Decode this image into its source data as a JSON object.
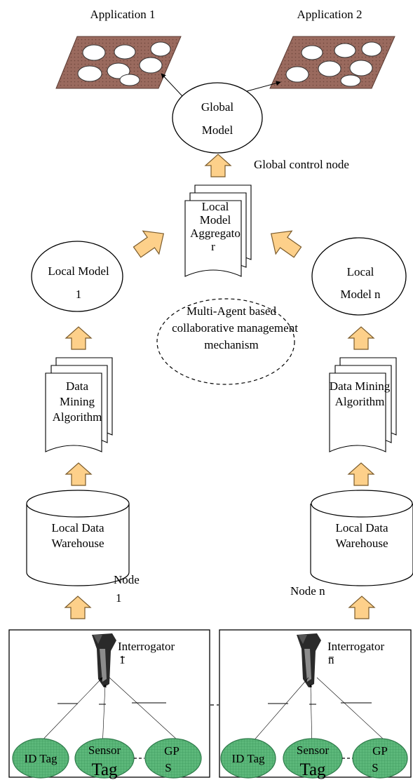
{
  "applications": {
    "app1": "Application 1",
    "app2": "Application 2"
  },
  "global": {
    "model_line1": "Global",
    "model_line2": "Model",
    "control_node": "Global control node"
  },
  "aggregator": {
    "line1": "Local",
    "line2": "Model",
    "line3": "Aggregato",
    "line4": "r"
  },
  "agent_mechanism": {
    "line1": "Multi-Agent based",
    "line2": "collaborative management",
    "line3": "mechanism"
  },
  "left_node": {
    "local_model_line1": "Local Model",
    "local_model_line2": "1",
    "algorithm_line1": "Data",
    "algorithm_line2": "Mining",
    "algorithm_line3": "Algorithm",
    "warehouse_line1": "Local Data",
    "warehouse_line2": "Warehouse",
    "node_line1": "Node",
    "node_line2": "1",
    "interrogator_line1": "Interrogator",
    "interrogator_line2": "1",
    "tag_id": "ID Tag",
    "tag_sensor_line1": "Sensor",
    "tag_sensor_line2": "Tag",
    "tag_gps_line1": "GP",
    "tag_gps_line2": "S"
  },
  "right_node": {
    "local_model_line1": "Local",
    "local_model_line2": "Model n",
    "algorithm_line1": "Data Mining",
    "algorithm_line2": "Algorithm",
    "warehouse_line1": "Local Data",
    "warehouse_line2": "Warehouse",
    "node_label": "Node n",
    "interrogator_line1": "Interrogator",
    "interrogator_line2": "n",
    "tag_id": "ID Tag",
    "tag_sensor_line1": "Sensor",
    "tag_sensor_line2": "Tag",
    "tag_gps_line1": "GP",
    "tag_gps_line2": "S"
  },
  "colors": {
    "arrow_fill": "#fdd08a",
    "arrow_stroke": "#7a5a2a",
    "tag_fill": "#5cb87a",
    "tag_stroke": "#2e7a4a",
    "plane_fill": "#9a6a5e"
  }
}
